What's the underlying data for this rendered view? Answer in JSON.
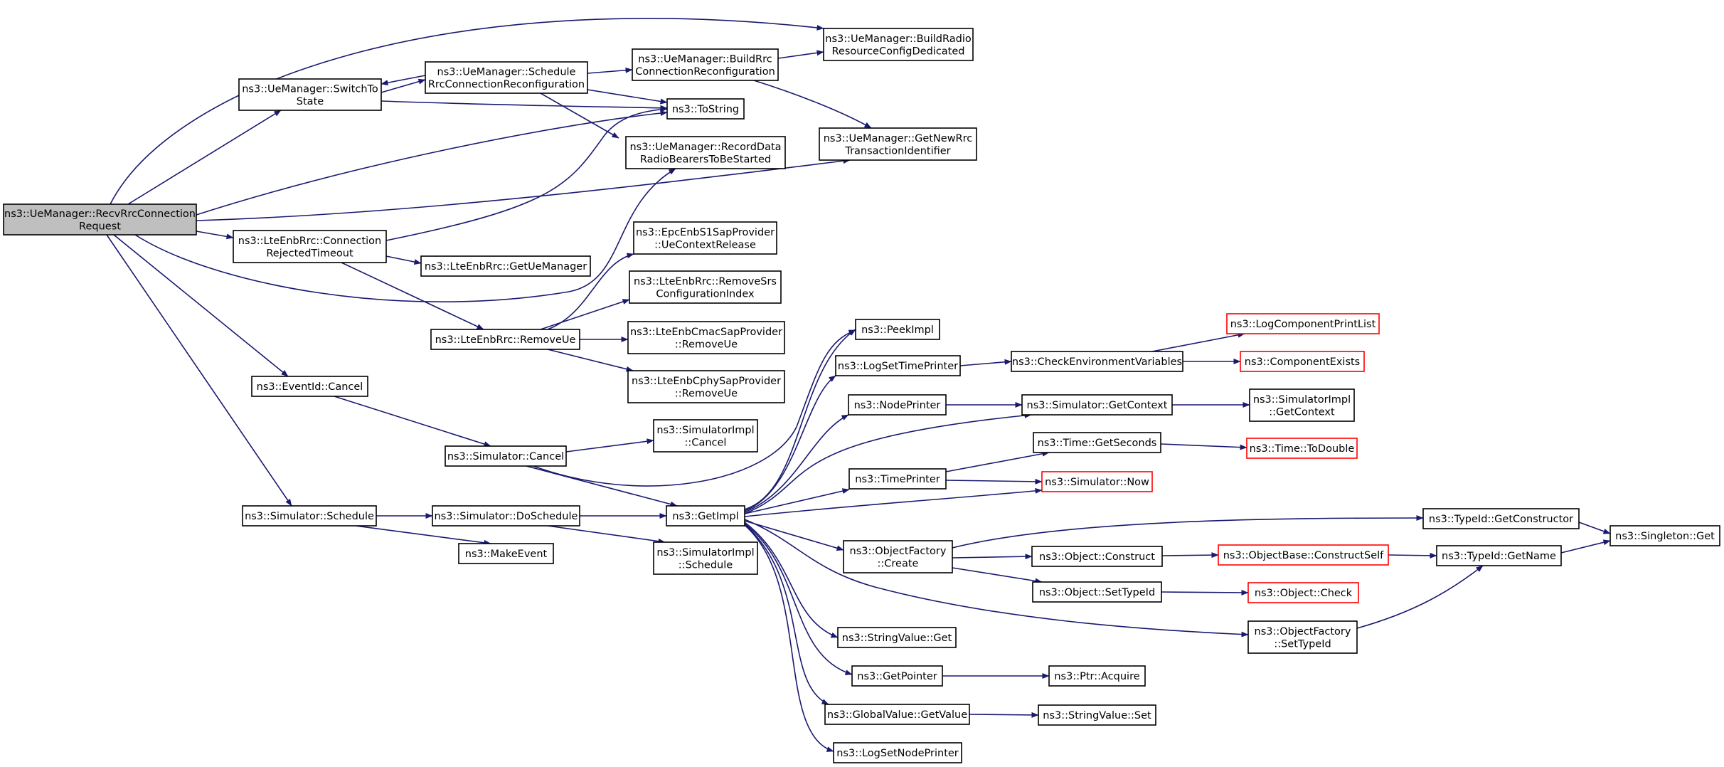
{
  "diagram": {
    "type": "call-graph",
    "nodes": [
      {
        "id": "recv",
        "lines": [
          "ns3::UeManager::RecvRrcConnection",
          "Request"
        ],
        "kind": "root"
      },
      {
        "id": "switch",
        "lines": [
          "ns3::UeManager::SwitchTo",
          "State"
        ]
      },
      {
        "id": "schedrrc",
        "lines": [
          "ns3::UeManager::Schedule",
          "RrcConnectionReconfiguration"
        ]
      },
      {
        "id": "buildrrc",
        "lines": [
          "ns3::UeManager::BuildRrc",
          "ConnectionReconfiguration"
        ]
      },
      {
        "id": "buildradio",
        "lines": [
          "ns3::UeManager::BuildRadio",
          "ResourceConfigDedicated"
        ]
      },
      {
        "id": "tostring",
        "lines": [
          "ns3::ToString"
        ]
      },
      {
        "id": "record",
        "lines": [
          "ns3::UeManager::RecordData",
          "RadioBearersToBeStarted"
        ]
      },
      {
        "id": "getnewrrc",
        "lines": [
          "ns3::UeManager::GetNewRrc",
          "TransactionIdentifier"
        ]
      },
      {
        "id": "rejected",
        "lines": [
          "ns3::LteEnbRrc::Connection",
          "RejectedTimeout"
        ]
      },
      {
        "id": "getuemgr",
        "lines": [
          "ns3::LteEnbRrc::GetUeManager"
        ]
      },
      {
        "id": "epc",
        "lines": [
          "ns3::EpcEnbS1SapProvider",
          "::UeContextRelease"
        ]
      },
      {
        "id": "removesrs",
        "lines": [
          "ns3::LteEnbRrc::RemoveSrs",
          "ConfigurationIndex"
        ]
      },
      {
        "id": "removeue",
        "lines": [
          "ns3::LteEnbRrc::RemoveUe"
        ]
      },
      {
        "id": "cmac",
        "lines": [
          "ns3::LteEnbCmacSapProvider",
          "::RemoveUe"
        ]
      },
      {
        "id": "cphy",
        "lines": [
          "ns3::LteEnbCphySapProvider",
          "::RemoveUe"
        ]
      },
      {
        "id": "evcancel",
        "lines": [
          "ns3::EventId::Cancel"
        ]
      },
      {
        "id": "simcancel",
        "lines": [
          "ns3::Simulator::Cancel"
        ]
      },
      {
        "id": "implcancel",
        "lines": [
          "ns3::SimulatorImpl",
          "::Cancel"
        ]
      },
      {
        "id": "simschedule",
        "lines": [
          "ns3::Simulator::Schedule"
        ]
      },
      {
        "id": "doschedule",
        "lines": [
          "ns3::Simulator::DoSchedule"
        ]
      },
      {
        "id": "makeevent",
        "lines": [
          "ns3::MakeEvent"
        ]
      },
      {
        "id": "getimpl",
        "lines": [
          "ns3::GetImpl"
        ]
      },
      {
        "id": "implschedule",
        "lines": [
          "ns3::SimulatorImpl",
          "::Schedule"
        ]
      },
      {
        "id": "peekimpl",
        "lines": [
          "ns3::PeekImpl"
        ]
      },
      {
        "id": "logsettime",
        "lines": [
          "ns3::LogSetTimePrinter"
        ]
      },
      {
        "id": "checkenv",
        "lines": [
          "ns3::CheckEnvironmentVariables"
        ]
      },
      {
        "id": "logcomp",
        "lines": [
          "ns3::LogComponentPrintList"
        ],
        "kind": "trunc"
      },
      {
        "id": "compexists",
        "lines": [
          "ns3::ComponentExists"
        ],
        "kind": "trunc"
      },
      {
        "id": "nodeprinter",
        "lines": [
          "ns3::NodePrinter"
        ]
      },
      {
        "id": "simgetctx",
        "lines": [
          "ns3::Simulator::GetContext"
        ]
      },
      {
        "id": "implgetctx",
        "lines": [
          "ns3::SimulatorImpl",
          "::GetContext"
        ]
      },
      {
        "id": "timeprinter",
        "lines": [
          "ns3::TimePrinter"
        ]
      },
      {
        "id": "getseconds",
        "lines": [
          "ns3::Time::GetSeconds"
        ]
      },
      {
        "id": "todouble",
        "lines": [
          "ns3::Time::ToDouble"
        ],
        "kind": "trunc"
      },
      {
        "id": "simnow",
        "lines": [
          "ns3::Simulator::Now"
        ],
        "kind": "trunc"
      },
      {
        "id": "ofcreate",
        "lines": [
          "ns3::ObjectFactory",
          "::Create"
        ]
      },
      {
        "id": "getctor",
        "lines": [
          "ns3::TypeId::GetConstructor"
        ]
      },
      {
        "id": "singleton",
        "lines": [
          "ns3::Singleton::Get"
        ]
      },
      {
        "id": "objconstruct",
        "lines": [
          "ns3::Object::Construct"
        ]
      },
      {
        "id": "constructself",
        "lines": [
          "ns3::ObjectBase::ConstructSelf"
        ],
        "kind": "trunc"
      },
      {
        "id": "typegetname",
        "lines": [
          "ns3::TypeId::GetName"
        ]
      },
      {
        "id": "settypeid",
        "lines": [
          "ns3::Object::SetTypeId"
        ]
      },
      {
        "id": "objcheck",
        "lines": [
          "ns3::Object::Check"
        ],
        "kind": "trunc"
      },
      {
        "id": "ofsettypeid",
        "lines": [
          "ns3::ObjectFactory",
          "::SetTypeId"
        ]
      },
      {
        "id": "strget",
        "lines": [
          "ns3::StringValue::Get"
        ]
      },
      {
        "id": "getpointer",
        "lines": [
          "ns3::GetPointer"
        ]
      },
      {
        "id": "acquire",
        "lines": [
          "ns3::Ptr::Acquire"
        ]
      },
      {
        "id": "gvgetvalue",
        "lines": [
          "ns3::GlobalValue::GetValue"
        ]
      },
      {
        "id": "strset",
        "lines": [
          "ns3::StringValue::Set"
        ]
      },
      {
        "id": "lognode",
        "lines": [
          "ns3::LogSetNodePrinter"
        ]
      }
    ],
    "edges": [
      [
        "recv",
        "buildradio"
      ],
      [
        "recv",
        "switch"
      ],
      [
        "recv",
        "tostring"
      ],
      [
        "recv",
        "getnewrrc"
      ],
      [
        "recv",
        "rejected"
      ],
      [
        "recv",
        "record"
      ],
      [
        "recv",
        "evcancel"
      ],
      [
        "recv",
        "simschedule"
      ],
      [
        "switch",
        "schedrrc"
      ],
      [
        "switch",
        "tostring"
      ],
      [
        "schedrrc",
        "switch"
      ],
      [
        "schedrrc",
        "buildrrc"
      ],
      [
        "schedrrc",
        "tostring"
      ],
      [
        "schedrrc",
        "record"
      ],
      [
        "buildrrc",
        "buildradio"
      ],
      [
        "buildrrc",
        "getnewrrc"
      ],
      [
        "rejected",
        "tostring"
      ],
      [
        "rejected",
        "getuemgr"
      ],
      [
        "rejected",
        "removeue"
      ],
      [
        "removeue",
        "epc"
      ],
      [
        "removeue",
        "removesrs"
      ],
      [
        "removeue",
        "cmac"
      ],
      [
        "removeue",
        "cphy"
      ],
      [
        "evcancel",
        "simcancel"
      ],
      [
        "simcancel",
        "implcancel"
      ],
      [
        "simcancel",
        "getimpl"
      ],
      [
        "simcancel",
        "peekimpl"
      ],
      [
        "simschedule",
        "doschedule"
      ],
      [
        "simschedule",
        "makeevent"
      ],
      [
        "doschedule",
        "getimpl"
      ],
      [
        "doschedule",
        "implschedule"
      ],
      [
        "getimpl",
        "peekimpl"
      ],
      [
        "getimpl",
        "logsettime"
      ],
      [
        "getimpl",
        "nodeprinter"
      ],
      [
        "getimpl",
        "simgetctx"
      ],
      [
        "getimpl",
        "timeprinter"
      ],
      [
        "getimpl",
        "simnow"
      ],
      [
        "getimpl",
        "ofcreate"
      ],
      [
        "getimpl",
        "ofsettypeid"
      ],
      [
        "getimpl",
        "strget"
      ],
      [
        "getimpl",
        "getpointer"
      ],
      [
        "getimpl",
        "gvgetvalue"
      ],
      [
        "getimpl",
        "lognode"
      ],
      [
        "logsettime",
        "checkenv"
      ],
      [
        "checkenv",
        "logcomp"
      ],
      [
        "checkenv",
        "compexists"
      ],
      [
        "nodeprinter",
        "simgetctx"
      ],
      [
        "simgetctx",
        "implgetctx"
      ],
      [
        "timeprinter",
        "getseconds"
      ],
      [
        "timeprinter",
        "simnow"
      ],
      [
        "getseconds",
        "todouble"
      ],
      [
        "ofcreate",
        "getctor"
      ],
      [
        "ofcreate",
        "objconstruct"
      ],
      [
        "ofcreate",
        "settypeid"
      ],
      [
        "getctor",
        "singleton"
      ],
      [
        "objconstruct",
        "constructself"
      ],
      [
        "constructself",
        "typegetname"
      ],
      [
        "typegetname",
        "singleton"
      ],
      [
        "settypeid",
        "objcheck"
      ],
      [
        "ofsettypeid",
        "typegetname"
      ],
      [
        "getpointer",
        "acquire"
      ],
      [
        "gvgetvalue",
        "strset"
      ]
    ],
    "colors": {
      "edge": "#191970",
      "border": "#000000",
      "truncated_border": "#ff0000",
      "root_fill": "#bfbfbf",
      "node_fill": "#ffffff"
    }
  }
}
